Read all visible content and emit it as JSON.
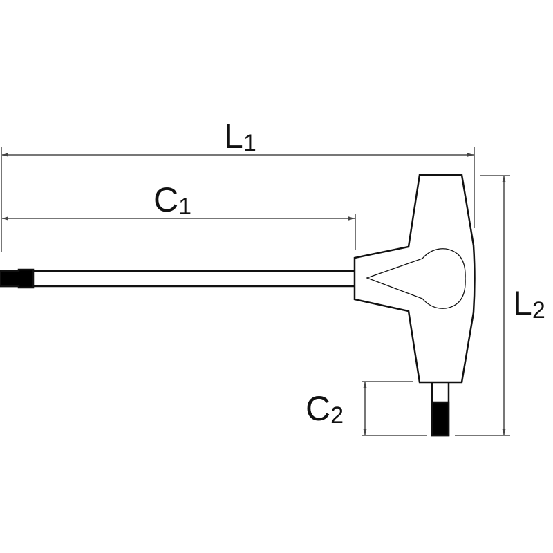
{
  "labels": {
    "l1": {
      "main": "L",
      "sub": "1"
    },
    "c1": {
      "main": "C",
      "sub": "1"
    },
    "l2": {
      "main": "L",
      "sub": "2"
    },
    "c2": {
      "main": "C",
      "sub": "2"
    }
  },
  "colors": {
    "line": "#111111",
    "dim": "#777777"
  }
}
